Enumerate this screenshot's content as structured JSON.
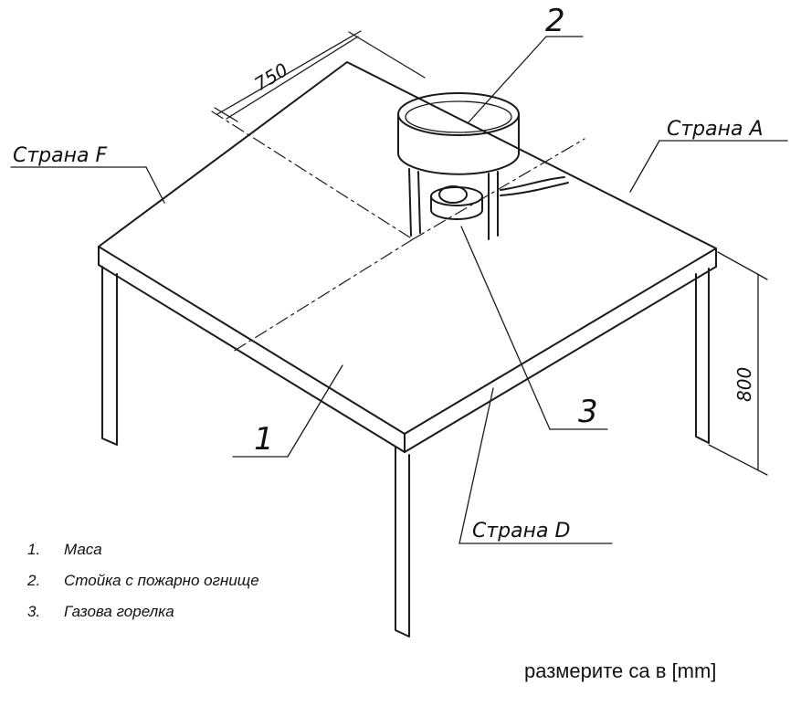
{
  "labels": {
    "part1": "1",
    "part2": "2",
    "part3": "3",
    "side_f": "Страна F",
    "side_a": "Страна A",
    "side_d": "Страна D",
    "dim_width": "750",
    "dim_height": "800"
  },
  "legend": [
    {
      "num": "1.",
      "text": "Маса"
    },
    {
      "num": "2.",
      "text": "Стойка с пожарно огнище"
    },
    {
      "num": "3.",
      "text": "Газова горелка"
    }
  ],
  "units_note": "размерите са в [mm]"
}
